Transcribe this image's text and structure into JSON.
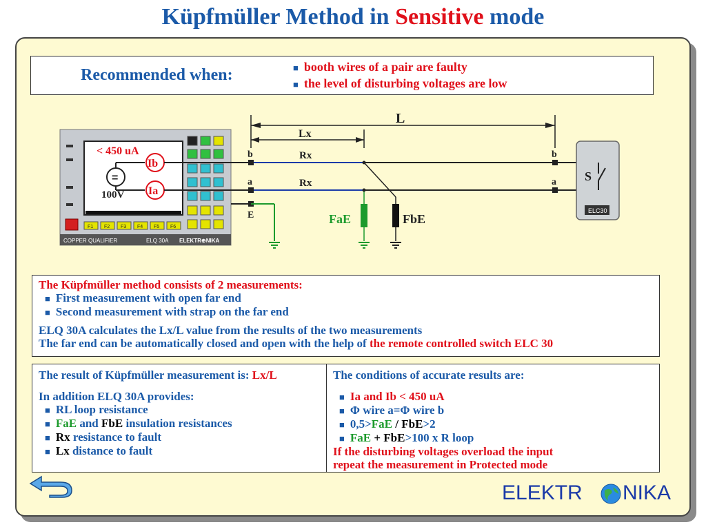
{
  "title": {
    "part1": "Küpfmüller Method in ",
    "highlight": "Sensitive",
    "part2": " mode"
  },
  "recommended": {
    "label": "Recommended when:",
    "items": [
      "booth wires of a pair are faulty",
      "the level of disturbing voltages are low"
    ]
  },
  "diagram": {
    "device": {
      "display_current": "< 450 uA",
      "display_voltage": "100V",
      "display_eq": "=",
      "meter_ib": "Ib",
      "meter_ia": "Ia",
      "footer_left": "COPPER QUALIFIER",
      "footer_mid": "ELQ 30A",
      "footer_logo": "ELEKTR⊕NIKA",
      "fkeys": [
        "F1",
        "F2",
        "F3",
        "F4",
        "F5",
        "F6"
      ]
    },
    "labels": {
      "L": "L",
      "Lx": "Lx",
      "Rx_top": "Rx",
      "Rx_bottom": "Rx",
      "b_left": "b",
      "a_left": "a",
      "E": "E",
      "b_right": "b",
      "a_right": "a",
      "FaE": "FaE",
      "FbE": "FbE",
      "switch": "S",
      "switch_box": "ELC30"
    }
  },
  "method": {
    "heading": "The Küpfmüller method consists of 2 measurements:",
    "items": [
      "First measurement with open far end",
      "Second measurement with strap on the far end"
    ],
    "line1": "ELQ 30A calculates  the Lx/L value from the results of the two measurements",
    "line2_prefix": "The far end can be automatically closed and open with the help of ",
    "line2_highlight": "the remote controlled switch ELC 30"
  },
  "results": {
    "left": {
      "result_prefix": "The result of Küpfmüller measurement is: ",
      "result_value": "Lx/L",
      "provides": "In addition ELQ 30A provides:",
      "item1": "RL loop resistance",
      "item2_a": "FaE",
      "item2_and": " and ",
      "item2_b": "FbE",
      "item2_rest": " insulation resistances",
      "item3_a": "Rx",
      "item3_rest": " resistance to fault",
      "item4_a": "Lx",
      "item4_rest": " distance to fault"
    },
    "right": {
      "heading": "The conditions of accurate results are:",
      "c1": "Ia and Ib < 450 uA",
      "c2": "Φ wire a=Φ wire b",
      "c3_a": "0,5>",
      "c3_b": "FaE",
      "c3_c": " / ",
      "c3_d": "FbE",
      "c3_e": ">2",
      "c4_a": "FaE",
      "c4_b": " + ",
      "c4_c": "FbE",
      "c4_d": ">100 x R loop",
      "note1": "If the disturbing voltages overload the input",
      "note2": "repeat the measurement in Protected mode"
    }
  },
  "footer": {
    "logo_left": "ELEKTR",
    "logo_right": "NIKA",
    "back_icon": "back-arrow-icon"
  },
  "colors": {
    "title_blue": "#1b5aa8",
    "accent_red": "#e0101a",
    "accent_green": "#1c9a2c",
    "panel_bg": "#fefad2"
  }
}
